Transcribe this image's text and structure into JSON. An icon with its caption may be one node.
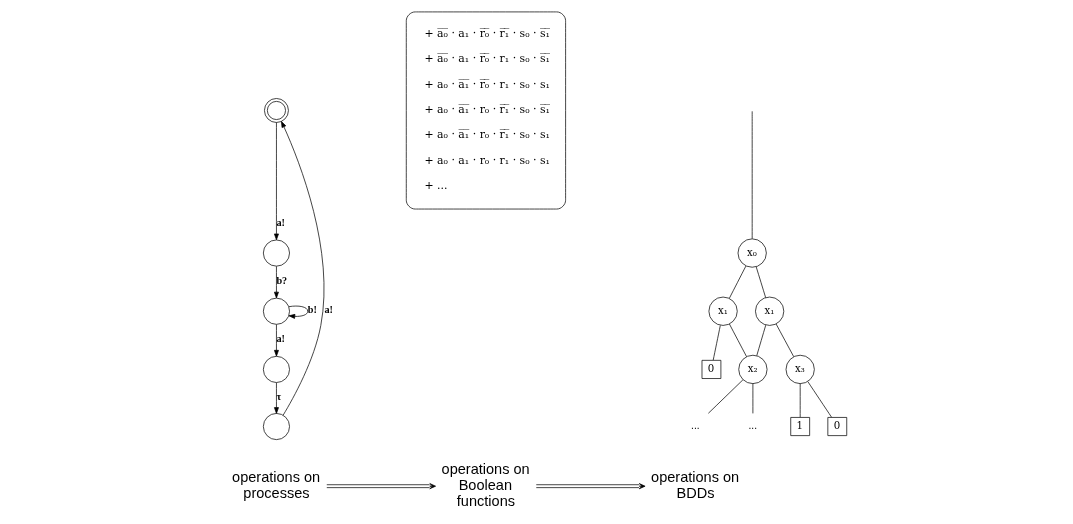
{
  "diagram": {
    "nodes": [
      {
        "text": [],
        "shape": "circle"
      },
      {
        "text": [],
        "shape": "circle"
      },
      {
        "text": [],
        "shape": "circle"
      },
      {
        "text": [],
        "shape": "circle"
      },
      {
        "text": [],
        "shape": "circle"
      },
      {
        "text": [
          "+ a̅₀̅ · a₁ · r̅₀̅ · r̅₁̅ · s₀ · s̅₁̅",
          "+ a̅₀̅ · a₁ · r̅₀̅ · r₁ · s₀ · s̅₁̅",
          "+ a₀ · a̅₁̅ · r̅₀̅ · r₁ · s₀ · s₁",
          "+ a₀ · a̅₁̅ · r₀ · r̅₁̅ · s₀ · s̅₁̅",
          "+ a₀ · a̅₁̅ · r₀ · r̅₁̅ · s₀ · s₁",
          "+ a₀ · a₁ · r₀ · r₁ · s₀ · s₁",
          "+ ..."
        ]
      },
      {
        "text": [
          "x₀"
        ]
      },
      {
        "text": [
          "x₁"
        ]
      },
      {
        "text": [
          "x₁"
        ]
      },
      {
        "text": [
          "0"
        ]
      },
      {
        "text": [
          "x₂"
        ]
      },
      {
        "text": [
          "x₃"
        ]
      },
      {
        "text": [
          "1"
        ]
      },
      {
        "text": [
          "0"
        ]
      },
      {
        "text": [
          "..."
        ]
      },
      {
        "text": [
          "..."
        ]
      },
      {
        "text": [
          "operations on processes"
        ]
      },
      {
        "text": [
          "operations on Boolean functions"
        ]
      },
      {
        "text": [
          "operations on BDDs"
        ]
      }
    ],
    "edges": [
      {
        "from": 0,
        "to": 1,
        "arrow": "to",
        "label": "a!"
      },
      {
        "from": 1,
        "to": 2,
        "arrow": "to",
        "label": "b?"
      },
      {
        "from": 2,
        "to": 2,
        "arrow": "to",
        "label": "b!"
      },
      {
        "from": 2,
        "to": 3,
        "arrow": "to",
        "label": "a!"
      },
      {
        "from": 3,
        "to": 4,
        "arrow": "to",
        "label": "τ"
      },
      {
        "from": 4,
        "to": 0,
        "arrow": "to",
        "label": "a!"
      },
      {
        "from": null,
        "to": 6,
        "arrow": "none"
      },
      {
        "from": 6,
        "to": 7,
        "arrow": "none"
      },
      {
        "from": 6,
        "to": 8,
        "arrow": "none"
      },
      {
        "from": 7,
        "to": 9,
        "arrow": "none"
      },
      {
        "from": 7,
        "to": 10,
        "arrow": "none"
      },
      {
        "from": 8,
        "to": 10,
        "arrow": "none"
      },
      {
        "from": 8,
        "to": 11,
        "arrow": "none"
      },
      {
        "from": 10,
        "to": 14,
        "arrow": "none"
      },
      {
        "from": 10,
        "to": 15,
        "arrow": "none"
      },
      {
        "from": 11,
        "to": 12,
        "arrow": "none"
      },
      {
        "from": 11,
        "to": 13,
        "arrow": "none"
      },
      {
        "from": 16,
        "to": 17,
        "arrow": "to"
      },
      {
        "from": 17,
        "to": 18,
        "arrow": "to"
      }
    ]
  }
}
